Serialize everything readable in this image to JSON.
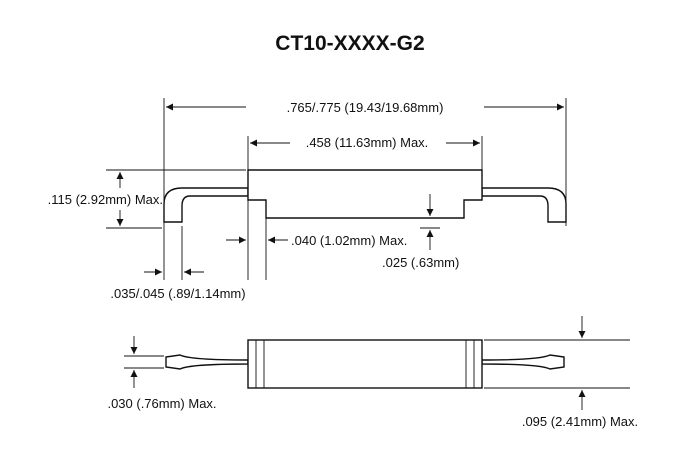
{
  "title": "CT10-XXXX-G2",
  "dimensions": {
    "overall_length": ".765/.775 (19.43/19.68mm)",
    "body_length": ".458 (11.63mm) Max.",
    "height": ".115 (2.92mm) Max.",
    "lead_standoff": ".040 (1.02mm) Max.",
    "body_step": ".025 (.63mm)",
    "foot_length": ".035/.045 (.89/1.14mm)",
    "lead_width": ".030 (.76mm) Max.",
    "body_width": ".095 (2.41mm) Max."
  },
  "colors": {
    "line": "#111111",
    "background": "#ffffff"
  }
}
